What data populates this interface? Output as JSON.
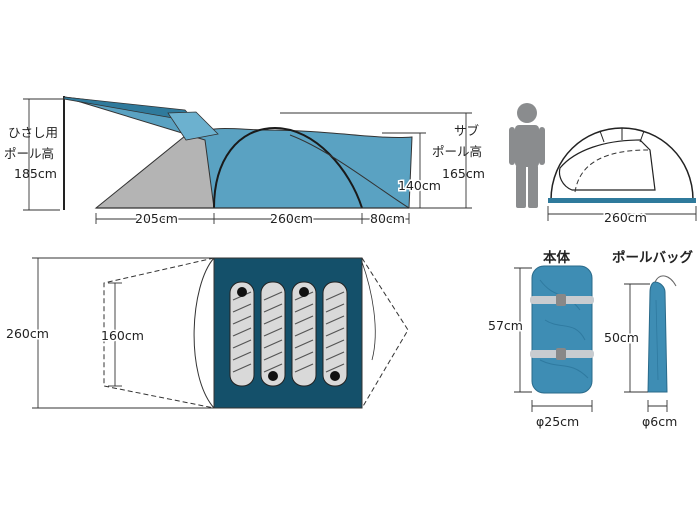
{
  "colors": {
    "fly_blue": "#5aa2c2",
    "fly_blue_dark": "#2f7a9c",
    "gray_side": "#b4b4b4",
    "floor_navy": "#14506a",
    "bag_blue": "#3e8db4",
    "person": "#8a8c8e"
  },
  "icons": {
    "person": "person-silhouette-icon",
    "sleeping_bag": "sleeping-bag-icon",
    "stuff_bag": "stuff-bag-icon",
    "pole_bag": "pole-bag-icon"
  },
  "side_view": {
    "visor_pole_label_line1": "ひさし用",
    "visor_pole_label_line2": "ポール高",
    "visor_pole_height": "185cm",
    "sub_pole_label_line1": "サブ",
    "sub_pole_label_line2": "ポール高",
    "sub_pole_height": "165cm",
    "main_height": "140cm",
    "length_front": "205cm",
    "length_main": "260cm",
    "length_rear": "80cm"
  },
  "front_view": {
    "width": "260cm"
  },
  "floor_plan": {
    "total_width": "260cm",
    "front_width": "160cm",
    "sleeping_bag_count": 4
  },
  "packed": {
    "body_title": "本体",
    "body_length": "57cm",
    "body_diameter": "φ25cm",
    "pole_bag_title": "ポールバッグ",
    "pole_bag_length": "50cm",
    "pole_bag_diameter": "φ6cm"
  }
}
